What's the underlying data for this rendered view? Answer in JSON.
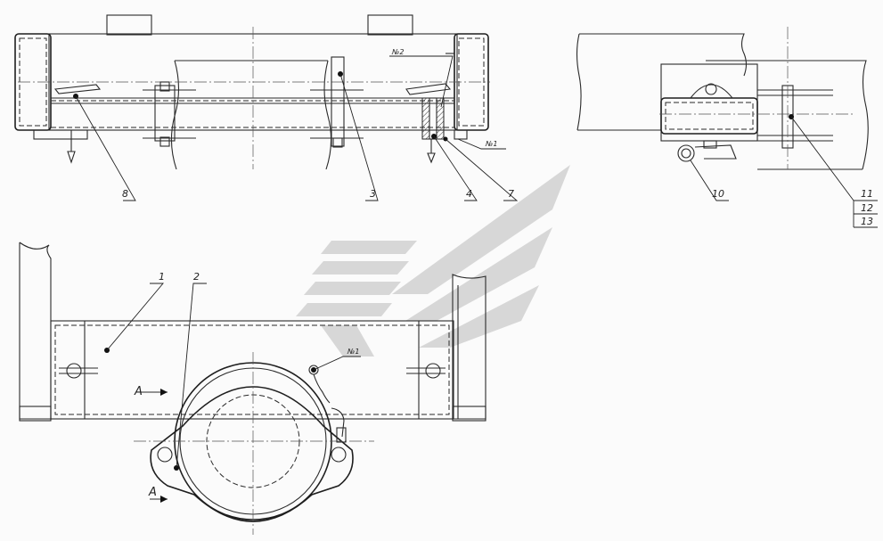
{
  "callouts": {
    "c1": "1",
    "c2": "2",
    "c3": "3",
    "c4": "4",
    "c7": "7",
    "c8": "8",
    "c10": "10",
    "c11": "11",
    "c12": "12",
    "c13": "13",
    "no1_top": "№1",
    "no2_top": "№2",
    "no1_bottom": "№1"
  },
  "section_marks": {
    "upper": "А",
    "lower": "А"
  },
  "watermark": {
    "icon": "winged-logo-watermark",
    "color": "#b9b9b9"
  },
  "colors": {
    "line": "#2a2a2a",
    "background": "#fbfbfb"
  }
}
